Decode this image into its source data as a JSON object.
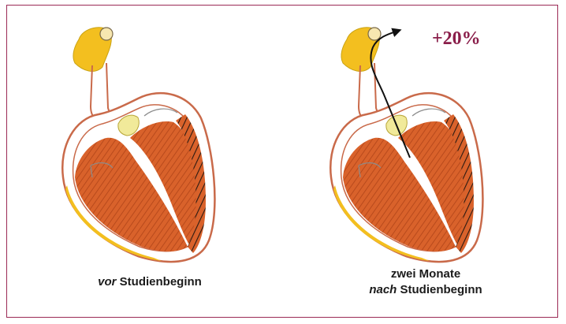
{
  "figure": {
    "frame_color": "#9b2a55",
    "panel_before": {
      "caption_em": "vor",
      "caption_rest": " Studienbeginn"
    },
    "panel_after": {
      "caption_line1": "zwei Monate",
      "caption_em": "nach",
      "caption_rest": " Studienbeginn",
      "change_label": "+20%"
    },
    "colors": {
      "muscle": "#d9622b",
      "muscle_dark": "#b84a1c",
      "aorta": "#f3bf1f",
      "outline": "#c96a4a",
      "valve": "#f1ea9a",
      "arrow": "#111111",
      "label": "#8a1e4a"
    },
    "icons": [
      "heart-illustration-icon",
      "flow-arrow-icon"
    ]
  }
}
